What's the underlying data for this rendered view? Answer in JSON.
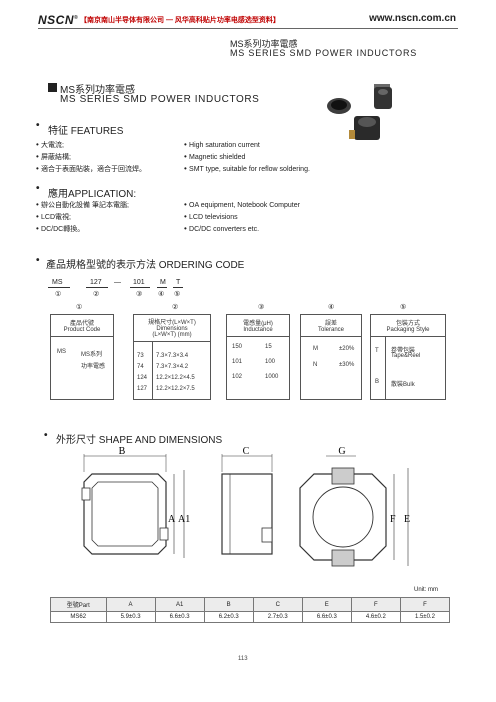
{
  "header": {
    "brand": "NSCN",
    "brand_mark": "®",
    "company": "【南京南山半导体有限公司 — 风华高科贴片功率电感选型资料】",
    "url": "www.nscn.com.cn"
  },
  "title_block": {
    "title_cn": "MS系列功率電感",
    "title_en": "MS SERIES SMD POWER INDUCTORS"
  },
  "section_title": {
    "cn": "MS系列功率電感",
    "en": "MS SERIES SMD POWER INDUCTORS"
  },
  "features": {
    "heading": "特征 FEATURES",
    "left": [
      "大電流;",
      "屏蔽結構;",
      "適合于表面貼裝，適合于回流焊。"
    ],
    "right": [
      "High saturation current",
      "Magnetic shielded",
      "SMT type, suitable for reflow soldering."
    ]
  },
  "application": {
    "heading": "應用APPLICATION:",
    "left": [
      "辦公自動化設備 筆記本電腦;",
      "LCD電視;",
      "DC/DC轉換。"
    ],
    "right": [
      "OA equipment, Notebook Computer",
      "LCD televisions",
      "DC/DC converters etc."
    ]
  },
  "ordering": {
    "heading": "產品規格型號的表示方法 ORDERING CODE",
    "parts": [
      "MS",
      "127",
      "—",
      "101",
      "M",
      "T"
    ],
    "part_numbers": [
      "①",
      "②",
      "③",
      "④",
      "⑤"
    ],
    "col_numbers": [
      "①",
      "②",
      "③",
      "④",
      "⑤"
    ],
    "product_code": {
      "title_cn": "產品代號",
      "title_en": "Product Code",
      "code": "MS",
      "desc": [
        "MS系列",
        "功率電感"
      ]
    },
    "dimensions": {
      "title_cn": "規格尺寸(L×W×T)",
      "title_en": "Dimensions",
      "unit": "(L×W×T) (mm)",
      "rows": [
        {
          "code": "73",
          "size": "7.3×7.3×3.4"
        },
        {
          "code": "74",
          "size": "7.3×7.3×4.2"
        },
        {
          "code": "124",
          "size": "12.2×12.2×4.5"
        },
        {
          "code": "127",
          "size": "12.2×12.2×7.5"
        }
      ]
    },
    "inductance": {
      "title_cn": "電感量(μH)",
      "title_en": "Inductance",
      "rows": [
        {
          "code": "150",
          "value": "15"
        },
        {
          "code": "101",
          "value": "100"
        },
        {
          "code": "102",
          "value": "1000"
        }
      ]
    },
    "tolerance": {
      "title_cn": "誤差",
      "title_en": "Tolerance",
      "rows": [
        {
          "code": "M",
          "value": "±20%"
        },
        {
          "code": "N",
          "value": "±30%"
        }
      ]
    },
    "packaging": {
      "title_cn": "包裝方式",
      "title_en": "Packaging Style",
      "rows": [
        {
          "code": "T",
          "cn": "卷帶包裝",
          "en": "Tape&Reel"
        },
        {
          "code": "B",
          "cn": "散裝",
          "en": "Bulk"
        }
      ]
    }
  },
  "shape": {
    "heading": "外形尺寸 SHAPE AND DIMENSIONS",
    "labels": {
      "B": "B",
      "C": "C",
      "G": "G",
      "A": "A",
      "A1": "A1",
      "F": "F",
      "E": "E"
    },
    "unit": "Unit:  mm",
    "table": {
      "headers": [
        "型號Part",
        "A",
        "A1",
        "B",
        "C",
        "E",
        "F",
        "F"
      ],
      "row": [
        "MS62",
        "5.9±0.3",
        "6.6±0.3",
        "6.2±0.3",
        "2.7±0.3",
        "6.6±0.3",
        "4.6±0.2",
        "1.5±0.2"
      ]
    }
  },
  "page_number": "113",
  "colors": {
    "accent_red": "#c00000",
    "header_gray": "#ececec"
  }
}
